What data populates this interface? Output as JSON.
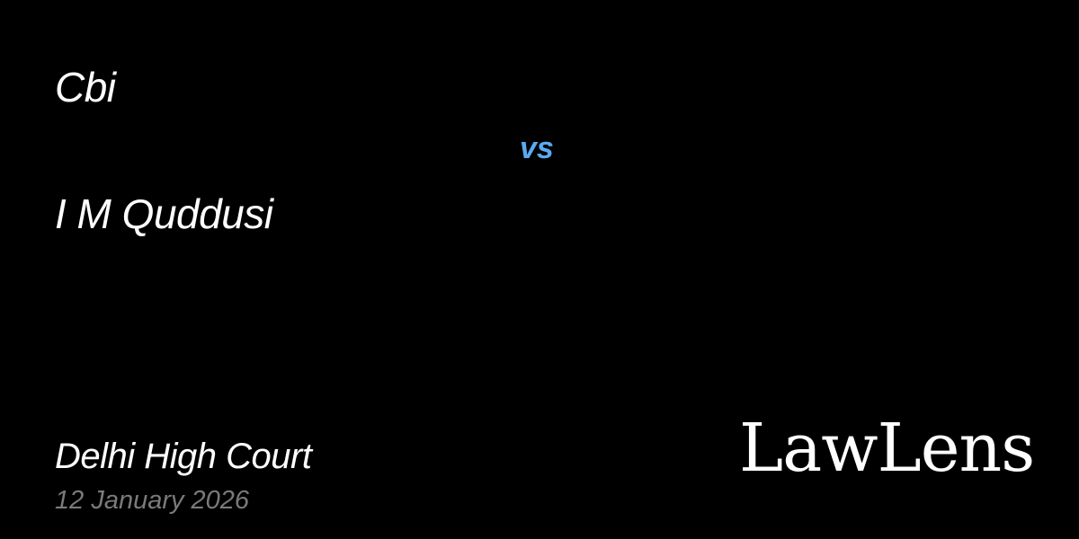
{
  "case": {
    "petitioner": "Cbi",
    "versus": "vs",
    "respondent": "I M Quddusi",
    "court": "Delhi High Court",
    "date": "12 January 2026"
  },
  "brand": {
    "name": "LawLens"
  },
  "colors": {
    "background": "#000000",
    "text": "#ffffff",
    "accent": "#5aaaf2",
    "muted": "#7a7a7a"
  }
}
